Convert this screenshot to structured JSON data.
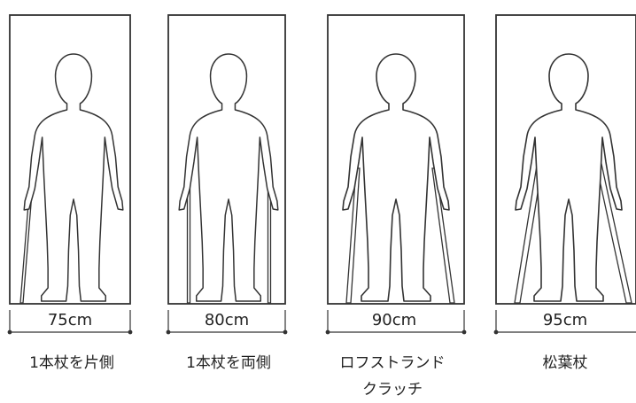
{
  "panels": [
    {
      "width_label": "75cm",
      "caption_lines": [
        "1本杖を片側"
      ],
      "aid": "single-cane-one-side"
    },
    {
      "width_label": "80cm",
      "caption_lines": [
        "1本杖を両側"
      ],
      "aid": "single-canes-both-sides"
    },
    {
      "width_label": "90cm",
      "caption_lines": [
        "ロフストランド",
        "クラッチ"
      ],
      "aid": "lofstrand-crutches"
    },
    {
      "width_label": "95cm",
      "caption_lines": [
        "松葉杖"
      ],
      "aid": "axillary-crutches"
    }
  ],
  "colors": {
    "line": "#333333",
    "background": "#ffffff"
  }
}
